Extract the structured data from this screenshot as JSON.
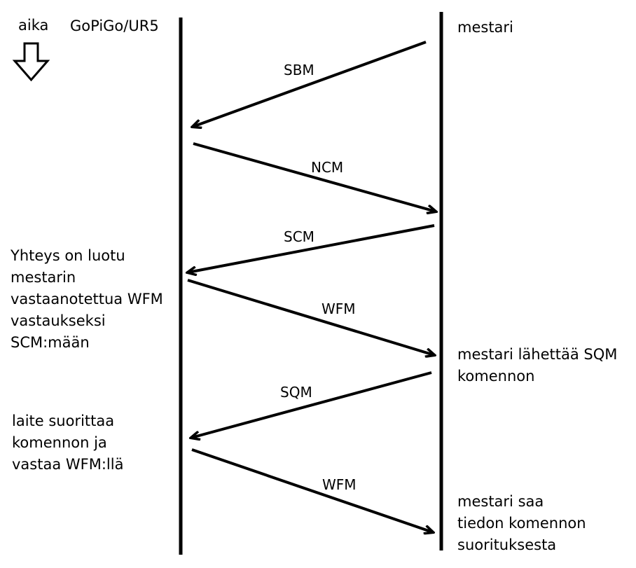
{
  "time_axis": {
    "label": "aika"
  },
  "participants": {
    "device": "GoPiGo/UR5",
    "master": "mestari"
  },
  "messages": [
    {
      "label": "SBM",
      "from": "mestari",
      "to": "GoPiGo/UR5"
    },
    {
      "label": "NCM",
      "from": "GoPiGo/UR5",
      "to": "mestari"
    },
    {
      "label": "SCM",
      "from": "mestari",
      "to": "GoPiGo/UR5"
    },
    {
      "label": "WFM",
      "from": "GoPiGo/UR5",
      "to": "mestari"
    },
    {
      "label": "SQM",
      "from": "mestari",
      "to": "GoPiGo/UR5"
    },
    {
      "label": "WFM",
      "from": "GoPiGo/UR5",
      "to": "mestari"
    }
  ],
  "notes": {
    "connection": [
      "Yhteys on luotu",
      "mestarin",
      "vastaanotettua WFM",
      "vastaukseksi",
      "SCM:mään"
    ],
    "device_executes": [
      "laite suorittaa",
      "komennon ja",
      "vastaa WFM:llä"
    ],
    "master_sends": [
      "mestari lähettää SQM",
      "komennon"
    ],
    "master_receives": [
      "mestari saa",
      "tiedon komennon",
      "suorituksesta"
    ]
  },
  "colors": {
    "ink": "#000000",
    "background": "#ffffff"
  }
}
